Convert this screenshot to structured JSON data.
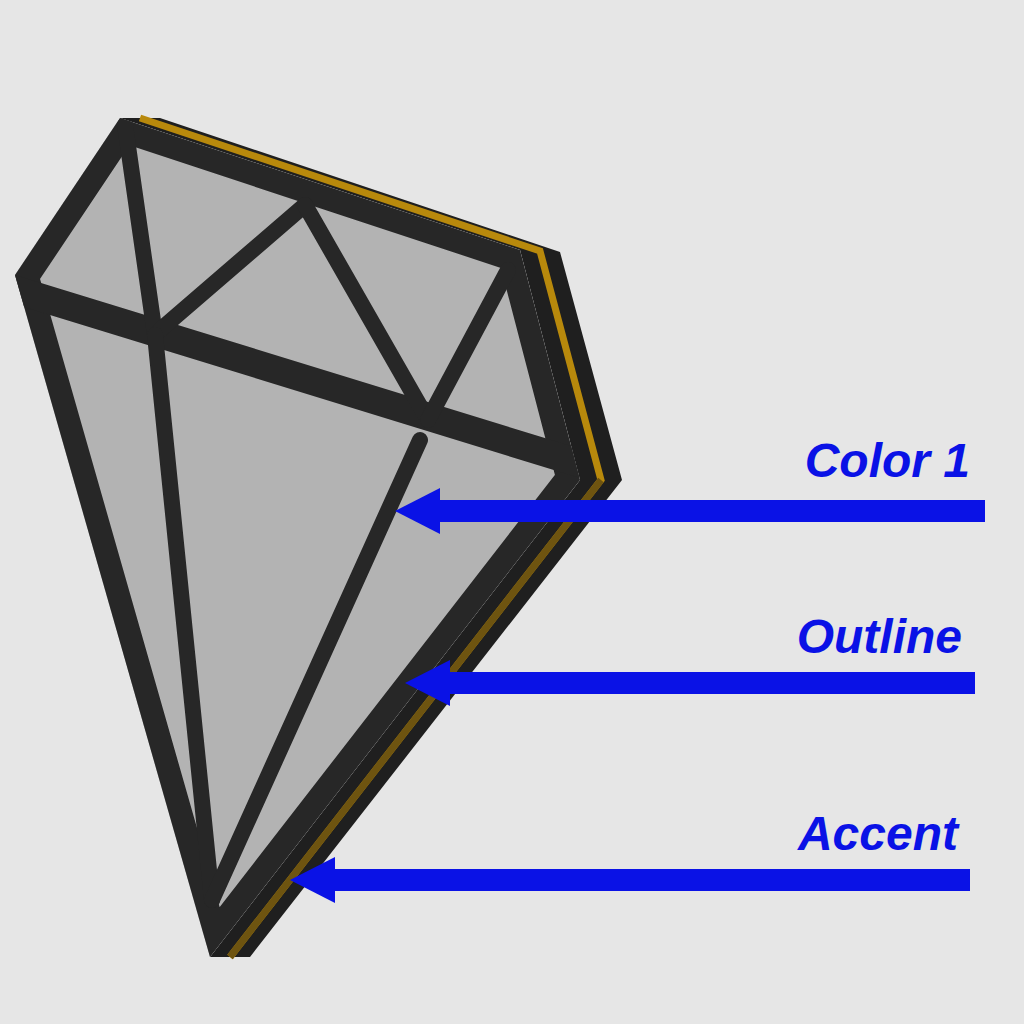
{
  "diagram": {
    "labels": [
      "Color 1",
      "Outline",
      "Accent"
    ]
  }
}
